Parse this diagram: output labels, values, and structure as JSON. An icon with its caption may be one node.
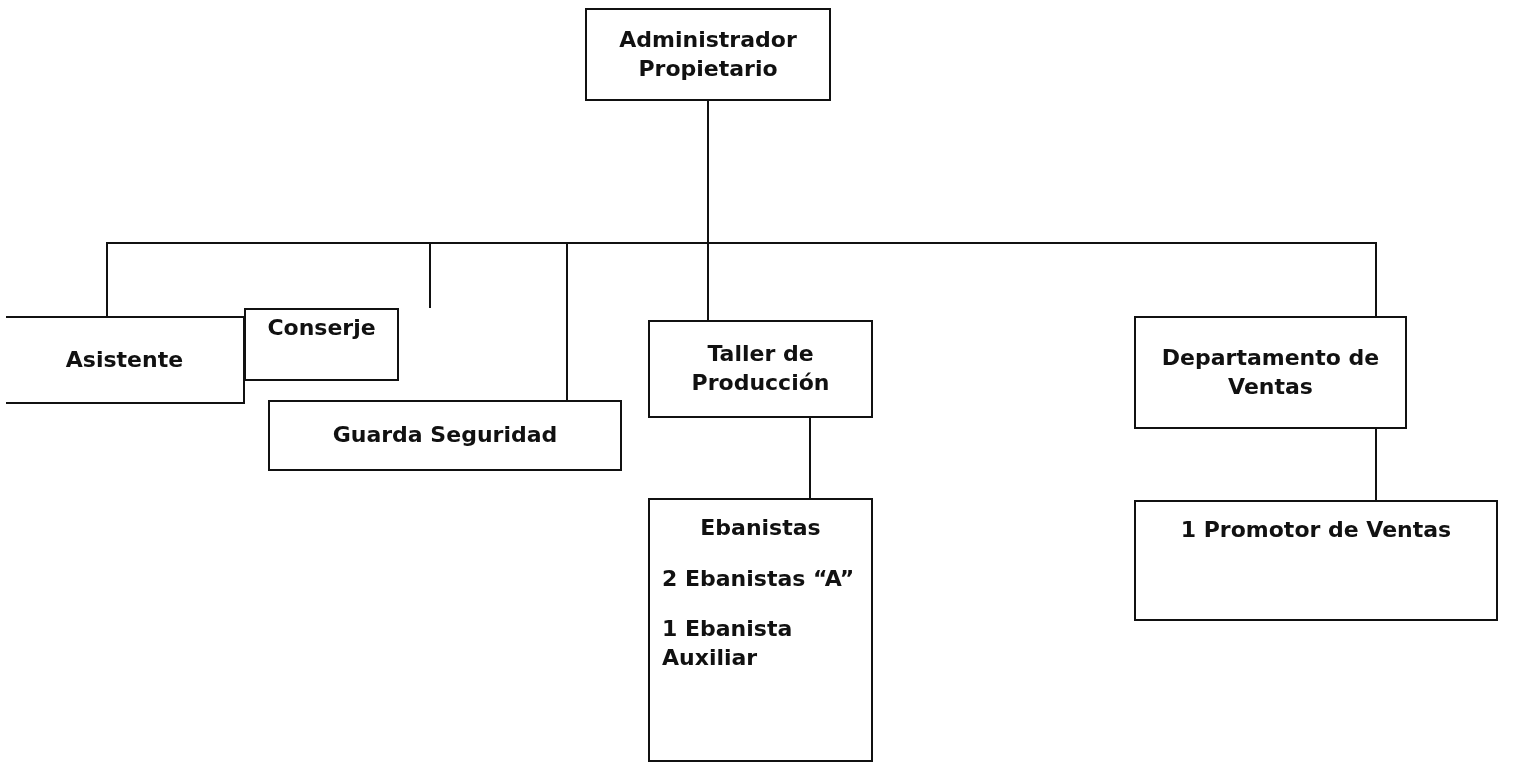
{
  "diagram": {
    "nodes": [
      {
        "text": [
          "Administrador Propietario"
        ]
      },
      {
        "text": [
          "Asistente"
        ]
      },
      {
        "text": [
          "Conserje"
        ]
      },
      {
        "text": [
          "Guarda Seguridad"
        ]
      },
      {
        "text": [
          "Taller de Producción"
        ]
      },
      {
        "text": [
          "Departamento de Ventas"
        ]
      },
      {
        "text": [
          "Ebanistas",
          "2 Ebanistas “A”",
          "1 Ebanista Auxiliar"
        ]
      },
      {
        "text": [
          "1 Promotor de Ventas"
        ]
      }
    ],
    "edges": [
      {
        "from": 0,
        "to": 1,
        "arrow": "none"
      },
      {
        "from": 0,
        "to": 2,
        "arrow": "none"
      },
      {
        "from": 0,
        "to": 3,
        "arrow": "none"
      },
      {
        "from": 0,
        "to": 4,
        "arrow": "none"
      },
      {
        "from": 0,
        "to": 5,
        "arrow": "none"
      },
      {
        "from": 4,
        "to": 6,
        "arrow": "none"
      },
      {
        "from": 5,
        "to": 7,
        "arrow": "none"
      }
    ]
  }
}
